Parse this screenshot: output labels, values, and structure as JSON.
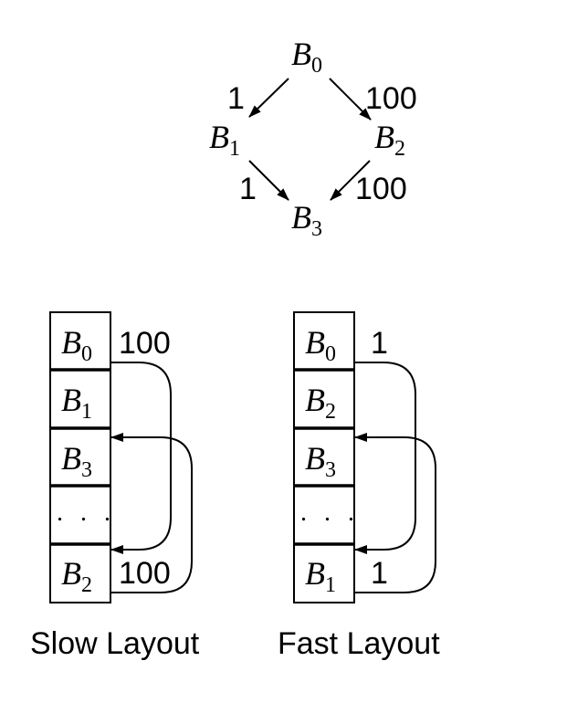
{
  "graph": {
    "nodes": [
      {
        "id": "B0",
        "base": "B",
        "sub": "0"
      },
      {
        "id": "B1",
        "base": "B",
        "sub": "1"
      },
      {
        "id": "B2",
        "base": "B",
        "sub": "2"
      },
      {
        "id": "B3",
        "base": "B",
        "sub": "3"
      }
    ],
    "edges": [
      {
        "from": "B0",
        "to": "B1",
        "weight": "1"
      },
      {
        "from": "B0",
        "to": "B2",
        "weight": "100"
      },
      {
        "from": "B1",
        "to": "B3",
        "weight": "1"
      },
      {
        "from": "B2",
        "to": "B3",
        "weight": "100"
      }
    ]
  },
  "layouts": [
    {
      "caption": "Slow Layout",
      "cells": [
        {
          "base": "B",
          "sub": "0"
        },
        {
          "base": "B",
          "sub": "1"
        },
        {
          "base": "B",
          "sub": "3"
        },
        {
          "ellipsis": ". . ."
        },
        {
          "base": "B",
          "sub": "2"
        }
      ],
      "top_weight": "100",
      "bottom_weight": "100"
    },
    {
      "caption": "Fast Layout",
      "cells": [
        {
          "base": "B",
          "sub": "0"
        },
        {
          "base": "B",
          "sub": "2"
        },
        {
          "base": "B",
          "sub": "3"
        },
        {
          "ellipsis": ". . ."
        },
        {
          "base": "B",
          "sub": "1"
        }
      ],
      "top_weight": "1",
      "bottom_weight": "1"
    }
  ],
  "colors": {
    "ink": "#000000",
    "background": "#ffffff"
  }
}
